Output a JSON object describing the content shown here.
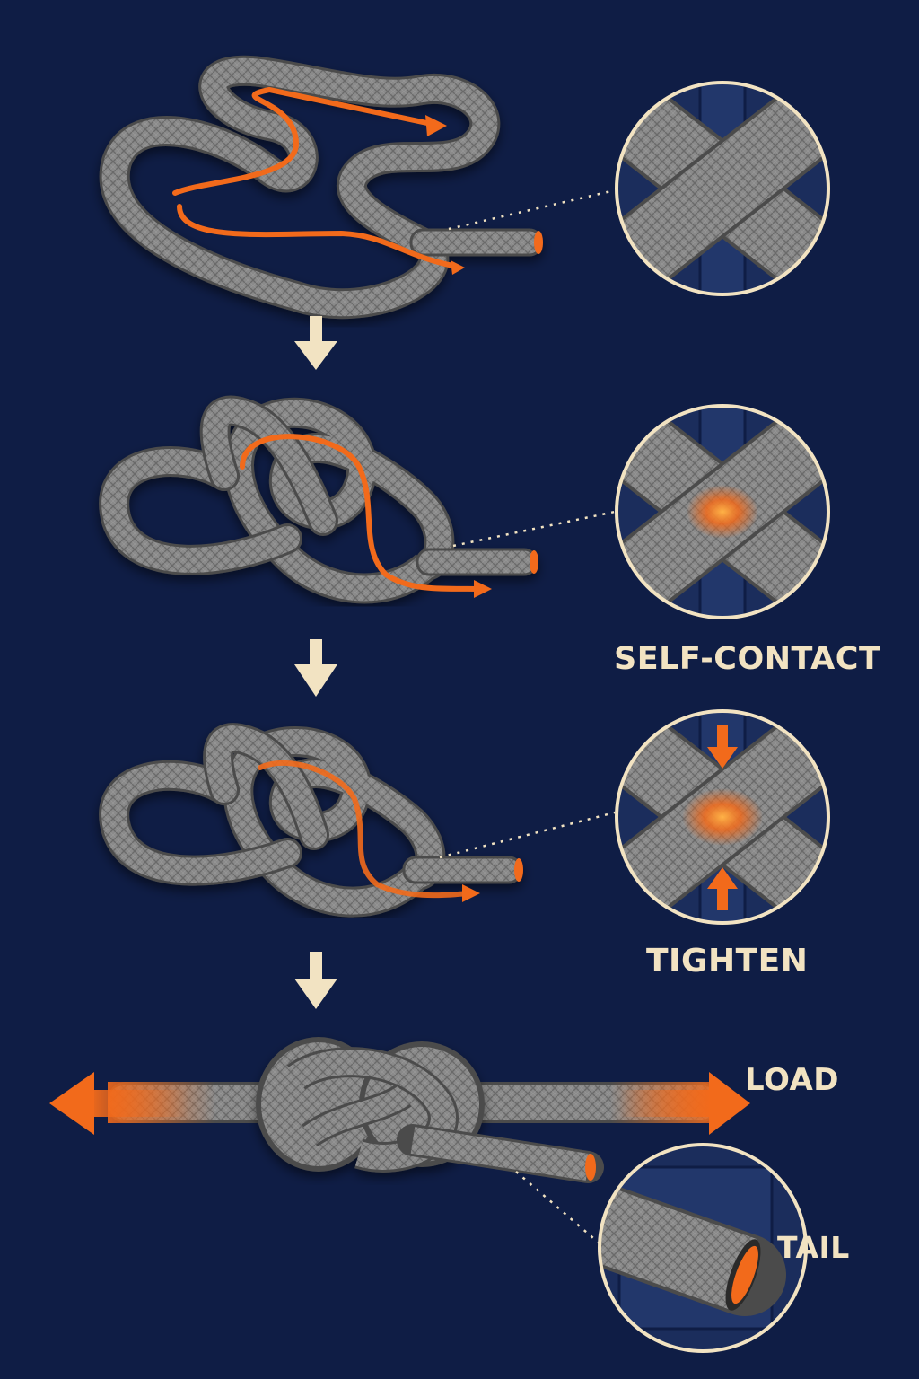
{
  "diagram": {
    "labels": {
      "self_contact": "SELF-CONTACT",
      "tighten": "TIGHTEN",
      "load": "LOAD",
      "tail": "TAIL"
    },
    "colors": {
      "background": "#0f1d45",
      "rope": "#8c8c8c",
      "rope_dark": "#5a5a5a",
      "highlight": "#f26a1b",
      "accent": "#f2e3c2",
      "inset_bg": "#1b2d5c"
    },
    "icons": {
      "step_arrow": "down-arrow-icon",
      "load_arrow": "double-arrow-icon",
      "compression_arrow": "compression-arrow-icon"
    }
  }
}
